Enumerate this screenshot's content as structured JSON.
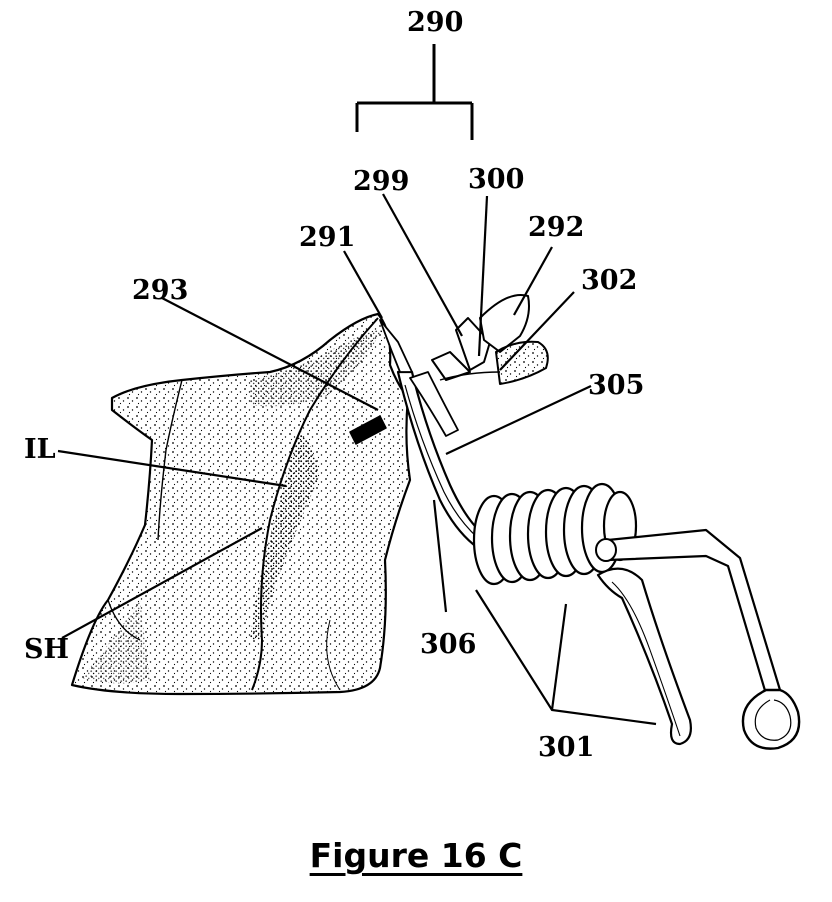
{
  "labels": {
    "l290": "290",
    "l299": "299",
    "l300": "300",
    "l291": "291",
    "l292": "292",
    "l293": "293",
    "l302": "302",
    "l305": "305",
    "lIL": "IL",
    "lSH": "SH",
    "l306": "306",
    "l301": "301"
  },
  "caption": "Figure 16 C"
}
